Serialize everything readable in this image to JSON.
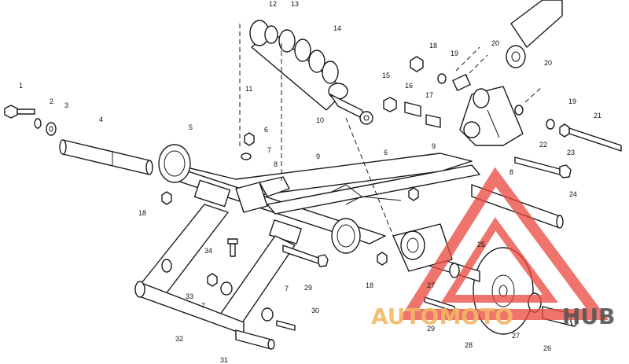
{
  "callouts": [
    {
      "id": "c-1",
      "text": "1"
    },
    {
      "id": "c-2",
      "text": "2"
    },
    {
      "id": "c-3",
      "text": "3"
    },
    {
      "id": "c-4",
      "text": "4"
    },
    {
      "id": "c-5",
      "text": "5"
    },
    {
      "id": "c-6a",
      "text": "6"
    },
    {
      "id": "c-6b",
      "text": "6"
    },
    {
      "id": "c-7a",
      "text": "7"
    },
    {
      "id": "c-7b",
      "text": "7"
    },
    {
      "id": "c-7c",
      "text": "7"
    },
    {
      "id": "c-8a",
      "text": "8"
    },
    {
      "id": "c-8b",
      "text": "8"
    },
    {
      "id": "c-9a",
      "text": "9"
    },
    {
      "id": "c-9b",
      "text": "9"
    },
    {
      "id": "c-10",
      "text": "10"
    },
    {
      "id": "c-11",
      "text": "11"
    },
    {
      "id": "c-12",
      "text": "12"
    },
    {
      "id": "c-13",
      "text": "13"
    },
    {
      "id": "c-14",
      "text": "14"
    },
    {
      "id": "c-15",
      "text": "15"
    },
    {
      "id": "c-16",
      "text": "16"
    },
    {
      "id": "c-17",
      "text": "17"
    },
    {
      "id": "c-18a",
      "text": "18"
    },
    {
      "id": "c-18b",
      "text": "18"
    },
    {
      "id": "c-18c",
      "text": "18"
    },
    {
      "id": "c-19a",
      "text": "19"
    },
    {
      "id": "c-19b",
      "text": "19"
    },
    {
      "id": "c-20a",
      "text": "20"
    },
    {
      "id": "c-20b",
      "text": "20"
    },
    {
      "id": "c-21",
      "text": "21"
    },
    {
      "id": "c-22",
      "text": "22"
    },
    {
      "id": "c-23",
      "text": "23"
    },
    {
      "id": "c-24",
      "text": "24"
    },
    {
      "id": "c-25",
      "text": "25"
    },
    {
      "id": "c-26",
      "text": "26"
    },
    {
      "id": "c-27a",
      "text": "27"
    },
    {
      "id": "c-27b",
      "text": "27"
    },
    {
      "id": "c-28",
      "text": "28"
    },
    {
      "id": "c-29a",
      "text": "29"
    },
    {
      "id": "c-29b",
      "text": "29"
    },
    {
      "id": "c-30",
      "text": "30"
    },
    {
      "id": "c-31",
      "text": "31"
    },
    {
      "id": "c-32",
      "text": "32"
    },
    {
      "id": "c-33",
      "text": "33"
    },
    {
      "id": "c-34",
      "text": "34"
    }
  ],
  "watermark": {
    "word_left": "AUTOMOTO",
    "word_right": "HUB",
    "color_left": "#f2b866",
    "color_right": "#555555",
    "triangle_color": "#e8453c"
  }
}
